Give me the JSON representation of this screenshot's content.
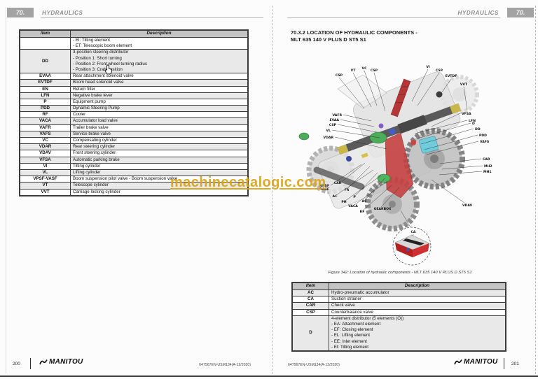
{
  "chapter": "70.",
  "section": "HYDRAULICS",
  "watermark": "machinecatalogic.com",
  "left_page": {
    "table": {
      "headers": [
        "Item",
        "Description"
      ],
      "rows": [
        {
          "item": "",
          "desc": "- EI: Tilting element\n- ET: Telescopic boom element"
        },
        {
          "item": "DD",
          "desc": "3-position steering distributor\n- Position 1: Short turning\n- Position 2: Front wheel turning radius\n- Position 3: Crab position"
        },
        {
          "item": "EVAA",
          "desc": "Rear attachment solenoid valve"
        },
        {
          "item": "EVTDF",
          "desc": "Boom head solenoid valve"
        },
        {
          "item": "EN",
          "desc": "Return filter"
        },
        {
          "item": "LFN",
          "desc": "Negative brake lever"
        },
        {
          "item": "P",
          "desc": "Equipment pump"
        },
        {
          "item": "PDD",
          "desc": "Dynamic Steering Pump"
        },
        {
          "item": "RF",
          "desc": "Cooler"
        },
        {
          "item": "VACA",
          "desc": "Accumulator load valve"
        },
        {
          "item": "VAFR",
          "desc": "Trailer brake valve"
        },
        {
          "item": "VAFS",
          "desc": "Service brake valve"
        },
        {
          "item": "VC",
          "desc": "Compensating cylinder"
        },
        {
          "item": "VDAR",
          "desc": "Rear steering cylinder"
        },
        {
          "item": "VDAV",
          "desc": "Front steering cylinder"
        },
        {
          "item": "VFSA",
          "desc": "Automatic parking brake"
        },
        {
          "item": "VI",
          "desc": "Tilting cylinder"
        },
        {
          "item": "VL",
          "desc": "Lifting cylinder"
        },
        {
          "item": "VPSF-VASF",
          "desc": "Boom suspension pilot valve - Boom suspension valve"
        },
        {
          "item": "VT",
          "desc": "Telescope cylinder"
        },
        {
          "item": "VVT",
          "desc": "Carriage locking cylinder"
        }
      ]
    },
    "footer": {
      "page": "200",
      "brand": "MANITOU",
      "doc": "647567EN-USM134(A-12/2020)"
    }
  },
  "right_page": {
    "title": "70.3.2 LOCATION OF HYDRAULIC COMPONENTS -\nMLT 635 140 V PLUS D ST5 S1",
    "figure": {
      "caption": "Figure 342: Location of hydraulic components - MLT 635 140 V PLUS D ST5 S1",
      "labels": [
        "CSP",
        "VT",
        "VC",
        "CSP",
        "VI",
        "CSP",
        "EVTDF",
        "VVT",
        "VAFR",
        "EVAA",
        "CSP",
        "VL",
        "VDAR",
        "VFSA",
        "LFN",
        "D",
        "DD",
        "PDD",
        "VAFS",
        "CAR",
        "MH2",
        "MH1",
        "VDAV",
        "VPSF",
        "VASF",
        "CAR",
        "FR",
        "AC",
        "P",
        "PH",
        "AC",
        "VACA",
        "RF",
        "GEARBOX",
        "CA"
      ]
    },
    "table": {
      "headers": [
        "Item",
        "Description"
      ],
      "rows": [
        {
          "item": "AC",
          "desc": "Hydro-pneumatic accumulator"
        },
        {
          "item": "CA",
          "desc": "Suction strainer"
        },
        {
          "item": "CAR",
          "desc": "Check valve"
        },
        {
          "item": "CSP",
          "desc": "Counterbalance valve"
        },
        {
          "item": "D",
          "desc": "4-element distributor (5 elements (O))\n- EA: Attachment element\n- EF: Closing element\n- EL: Lifting element\n- EE: Inlet element\n- EI: Tilting element"
        }
      ]
    },
    "footer": {
      "page": "201",
      "brand": "MANITOU",
      "doc": "647567EN-USM134(A-12/2020)"
    }
  }
}
